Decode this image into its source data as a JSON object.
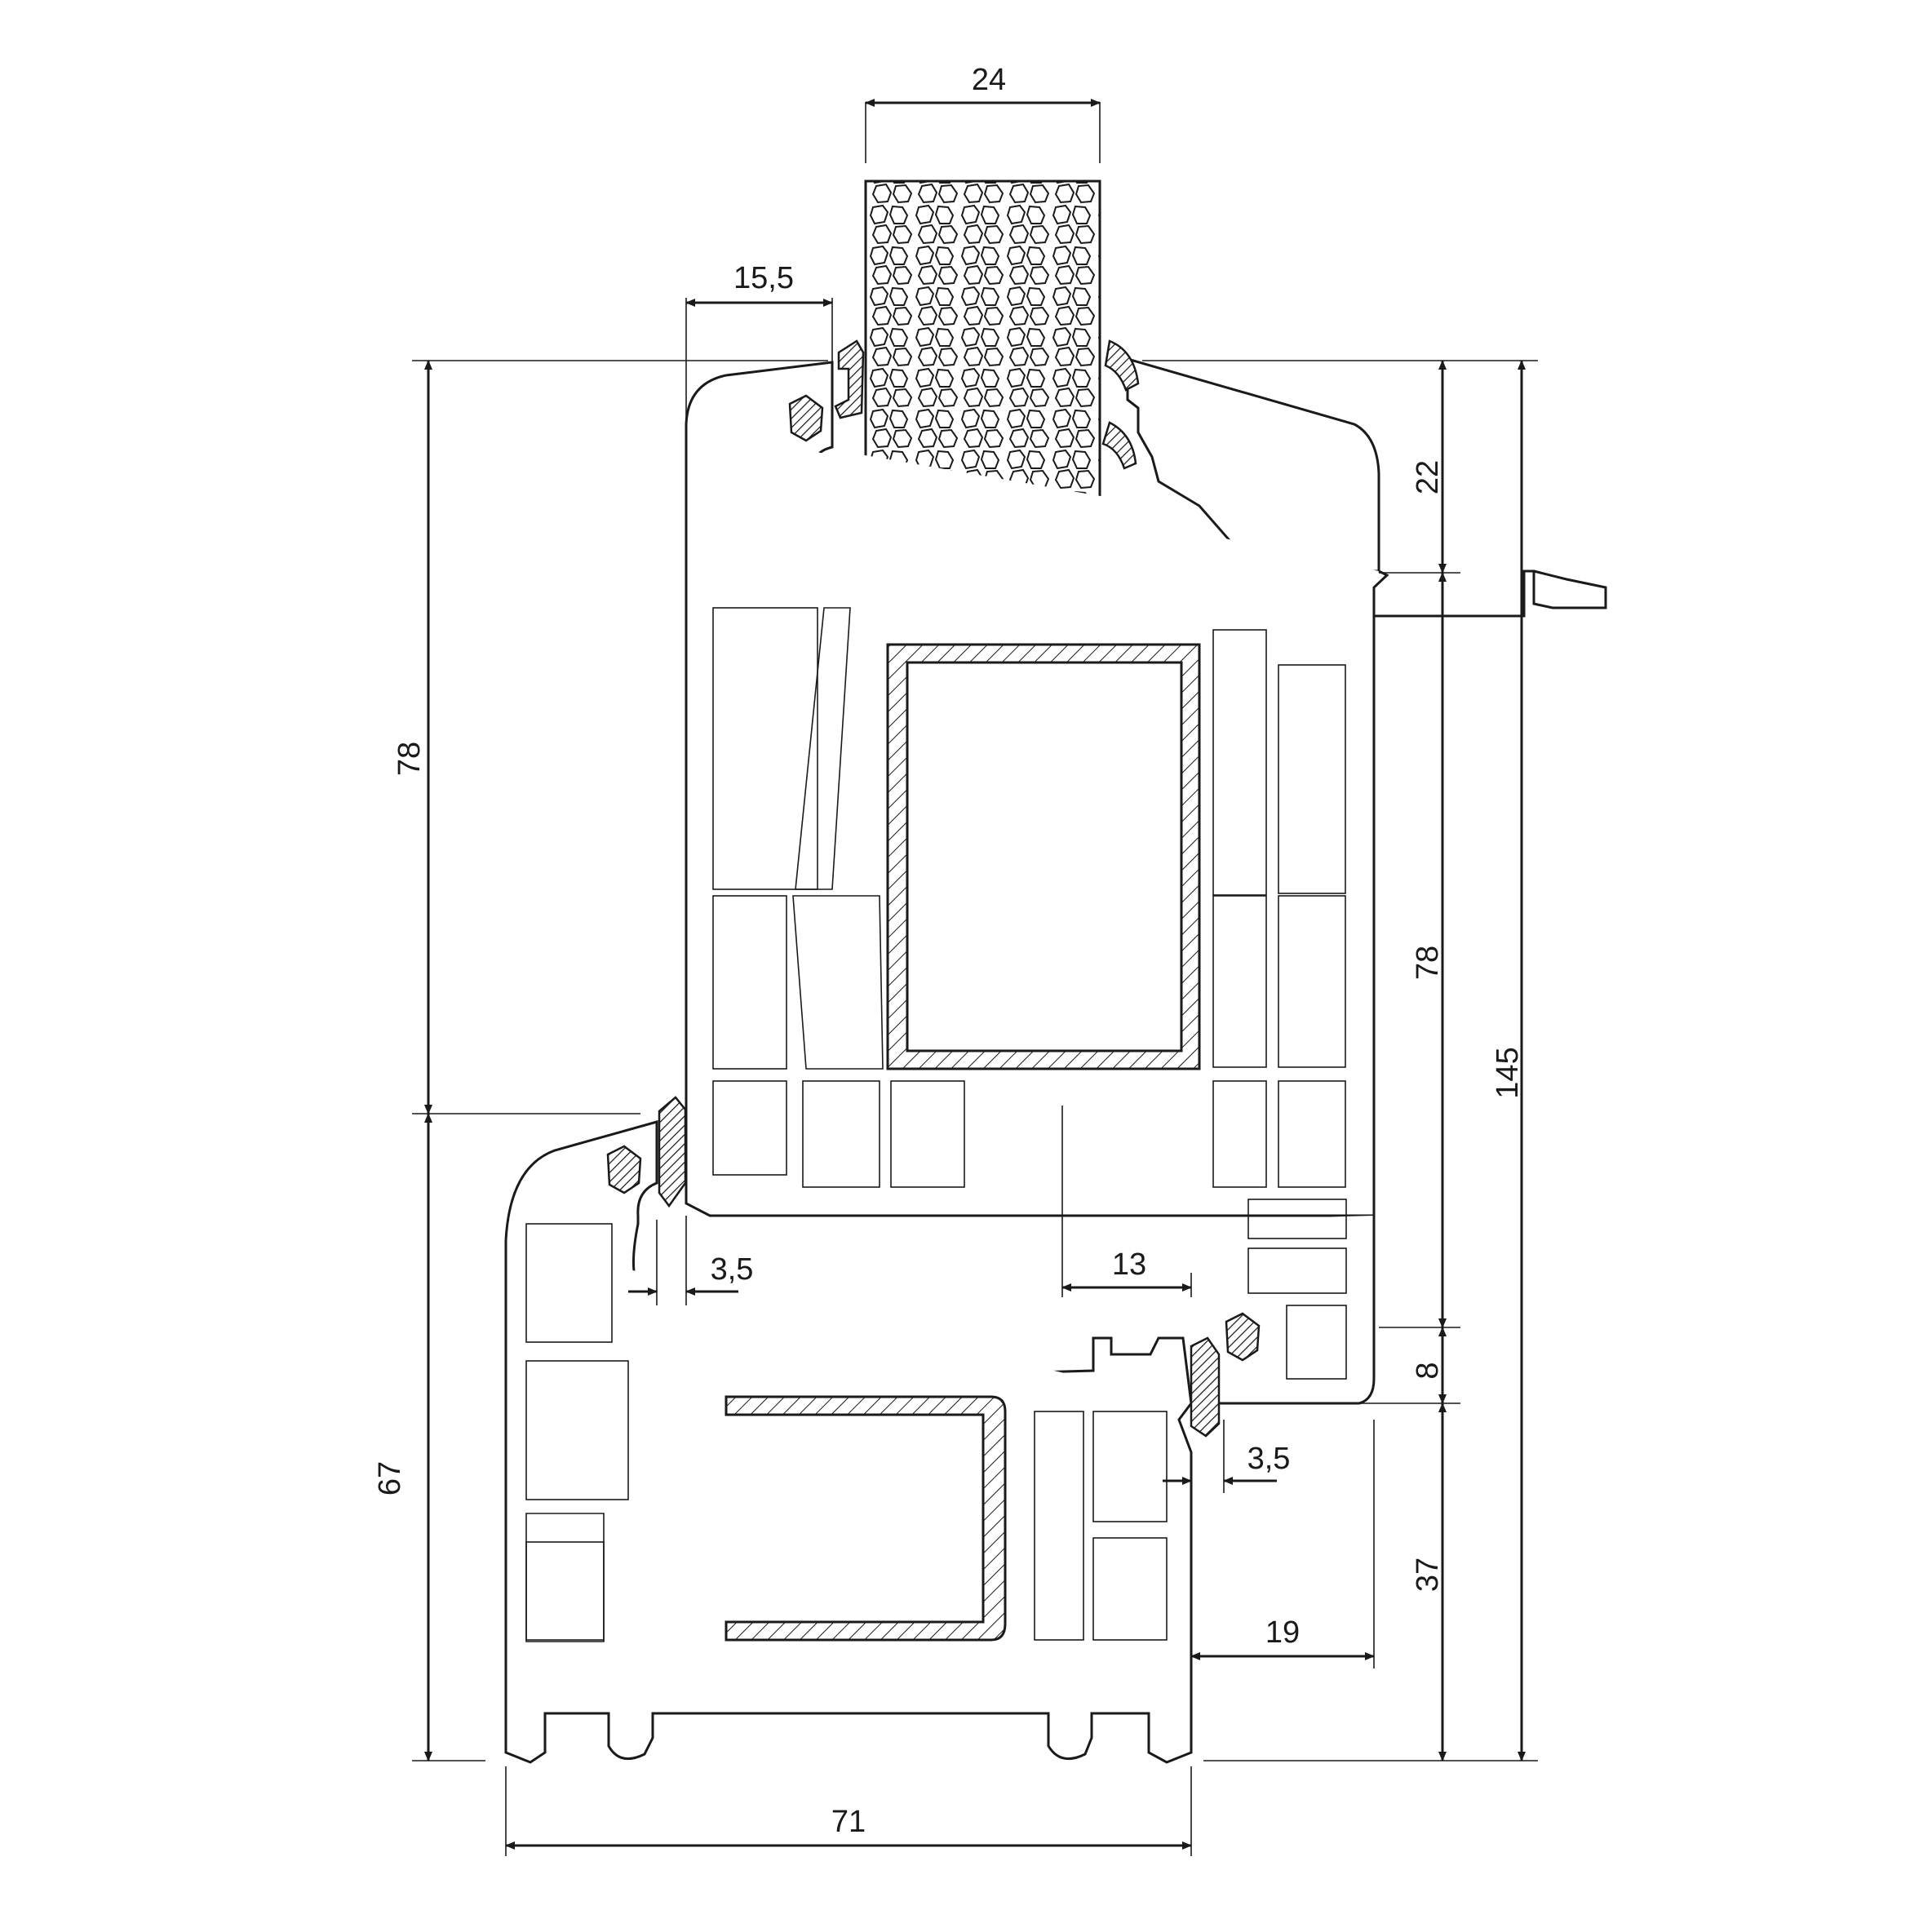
{
  "dimensions": {
    "panel_thickness": "24",
    "glazing_offset": "15,5",
    "sash_height_left": "78",
    "frame_height_left": "67",
    "top_lip": "22",
    "sash_height_right": "78",
    "overall_height": "145",
    "gap_right": "8",
    "frame_lower": "37",
    "seal_gap_left": "3,5",
    "rebate_width": "13",
    "seal_gap_right": "3,5",
    "overlap": "19",
    "frame_depth": "71"
  },
  "colors": {
    "line": "#1a1a1a",
    "background": "#ffffff"
  }
}
